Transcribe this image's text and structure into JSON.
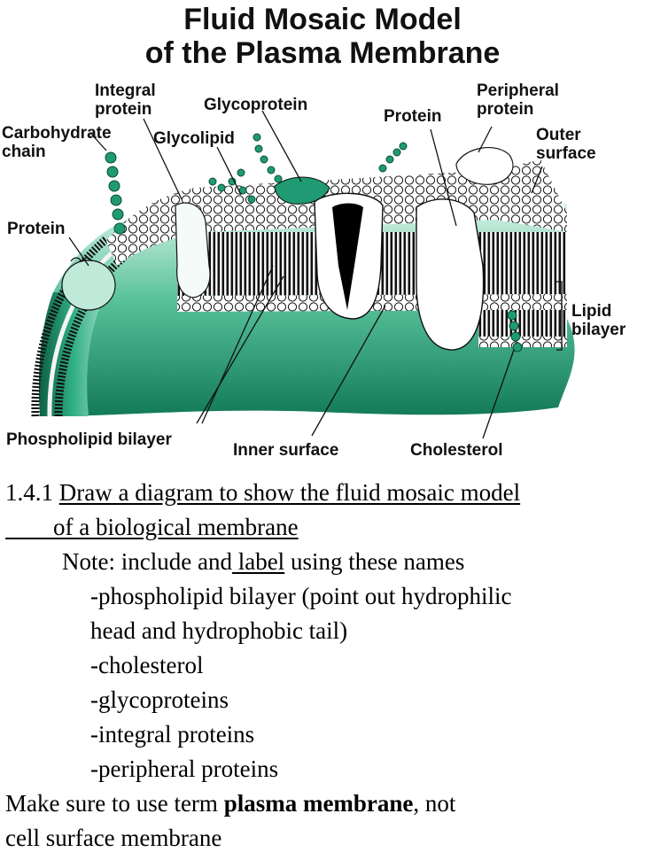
{
  "diagram": {
    "title_line1": "Fluid Mosaic Model",
    "title_line2": "of the Plasma Membrane",
    "labels": {
      "integral_protein": "Integral\nprotein",
      "glycoprotein": "Glycoprotein",
      "peripheral_protein": "Peripheral\nprotein",
      "carbohydrate_chain": "Carbohydrate\nchain",
      "glycolipid": "Glycolipid",
      "protein_top": "Protein",
      "outer_surface": "Outer\nsurface",
      "protein_left": "Protein",
      "lipid_bilayer": "Lipid\nbilayer",
      "phospholipid_bilayer": "Phospholipid bilayer",
      "inner_surface": "Inner surface",
      "cholesterol": "Cholesterol"
    },
    "colors": {
      "membrane_green": "#1f9a72",
      "light_green": "#bfe9d8",
      "outline": "#111111"
    }
  },
  "notes": {
    "line1_prefix": "1.4.1 ",
    "line1_u": "Draw a diagram to show the fluid mosaic model",
    "line2_u": "        of a biological membrane",
    "line3_a": "Note: include and",
    "line3_u": " label",
    "line3_b": " using these names",
    "item1a": "-phospholipid bilayer (point out hydrophilic",
    "item1b": "head and hydrophobic tail)",
    "item2": "-cholesterol",
    "item3": "-glycoproteins",
    "item4": "-integral proteins",
    "item5": "-peripheral proteins",
    "line_make_a": "Make sure to use term ",
    "line_make_b": "plasma membrane",
    "line_make_c": ", not",
    "line_last": "cell surface membrane"
  }
}
